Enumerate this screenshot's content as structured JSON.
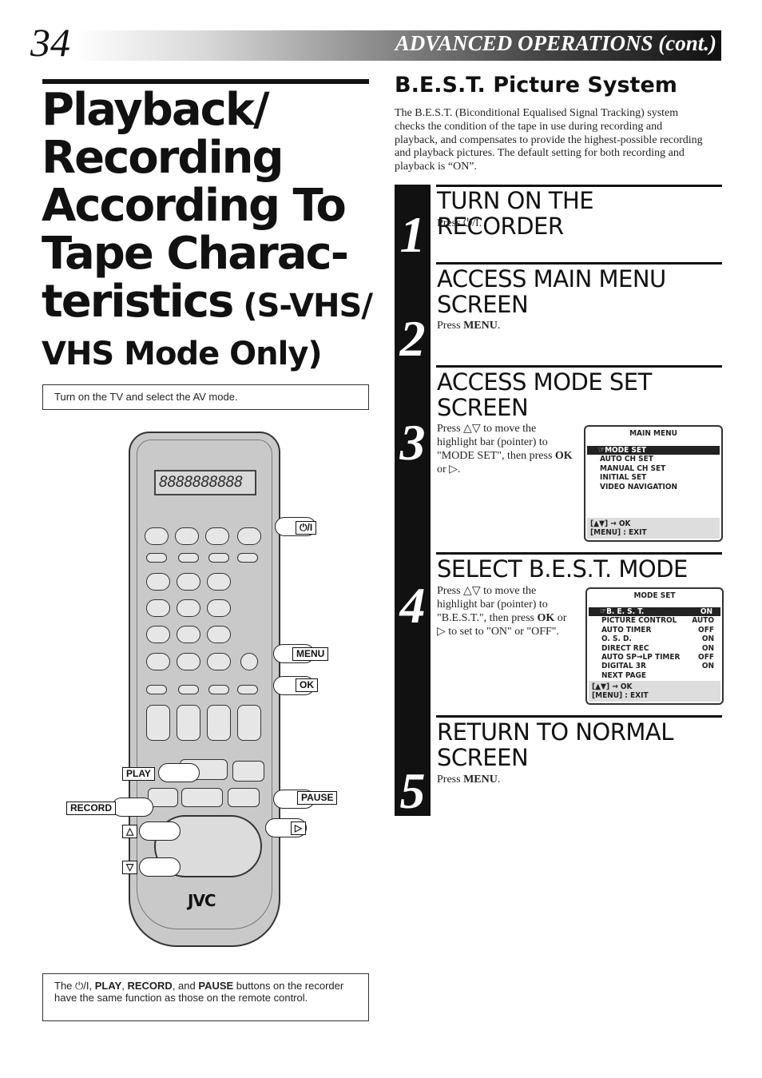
{
  "header": {
    "page_number": "34",
    "section": "ADVANCED OPERATIONS (cont.)"
  },
  "title": {
    "line1": "Playback/",
    "line2": "Recording",
    "line3": "According To",
    "line4": "Tape Charac-",
    "line5": "teristics",
    "sub1": " (S-VHS/",
    "sub2": "VHS Mode Only)"
  },
  "notes": {
    "top": "Turn on the TV and select the AV mode.",
    "bottom_prefix": "The ",
    "bottom_power": "⏻/I",
    "bottom_sep1": ", ",
    "bottom_play": "PLAY",
    "bottom_sep2": ", ",
    "bottom_record": "RECORD",
    "bottom_sep3": ", and ",
    "bottom_pause": "PAUSE",
    "bottom_suffix": " buttons on the recorder have the same function as those on the remote control."
  },
  "remote": {
    "display": "8888888888",
    "brand": "JVC",
    "callouts": {
      "power": "⏻/I",
      "menu": "MENU",
      "ok": "OK",
      "play": "PLAY",
      "pause": "PAUSE",
      "record": "RECORD",
      "up": "△",
      "down": "▽",
      "right": "▷"
    }
  },
  "best": {
    "title": "B.E.S.T. Picture System",
    "intro": "The B.E.S.T. (Biconditional Equalised Signal Tracking) system checks the condition of the tape in use during recording and playback, and compensates to provide the highest-possible recording and playback pictures. The default setting for both recording and playback is “ON”."
  },
  "steps": [
    {
      "num": "1",
      "head": "TURN ON THE RECORDER",
      "t1": "Press ",
      "k1": "⏻/I",
      "t2": "."
    },
    {
      "num": "2",
      "head": "ACCESS MAIN MENU SCREEN",
      "t1": "Press ",
      "k1": "MENU",
      "t2": "."
    },
    {
      "num": "3",
      "head": "ACCESS MODE SET SCREEN",
      "t1": "Press △▽ to move the highlight bar (pointer) to \"MODE SET\", then press ",
      "k1": "OK",
      "t2": " or ▷."
    },
    {
      "num": "4",
      "head": "SELECT B.E.S.T. MODE",
      "t1": "Press △▽ to move the highlight bar (pointer) to \"B.E.S.T.\", then press ",
      "k1": "OK",
      "t2": " or ▷ to set to \"ON\" or \"OFF\"."
    },
    {
      "num": "5",
      "head": "RETURN TO NORMAL SCREEN",
      "t1": "Press ",
      "k1": "MENU",
      "t2": "."
    }
  ],
  "main_menu": {
    "title": "MAIN MENU",
    "items": [
      "MODE SET",
      "AUTO CH SET",
      "MANUAL CH SET",
      "INITIAL SET",
      "VIDEO NAVIGATION"
    ],
    "foot1": "[▲▼] → OK",
    "foot2": "[MENU] : EXIT"
  },
  "mode_set": {
    "title": "MODE SET",
    "rows": [
      {
        "label": "B. E. S. T.",
        "value": "ON"
      },
      {
        "label": "PICTURE CONTROL",
        "value": "AUTO"
      },
      {
        "label": "AUTO TIMER",
        "value": "OFF"
      },
      {
        "label": "O. S. D.",
        "value": "ON"
      },
      {
        "label": "DIRECT REC",
        "value": "ON"
      },
      {
        "label": "AUTO SP→LP TIMER",
        "value": "OFF"
      },
      {
        "label": "DIGITAL 3R",
        "value": "ON"
      },
      {
        "label": "NEXT PAGE",
        "value": ""
      }
    ],
    "foot1": "[▲▼] → OK",
    "foot2": "[MENU] : EXIT"
  }
}
